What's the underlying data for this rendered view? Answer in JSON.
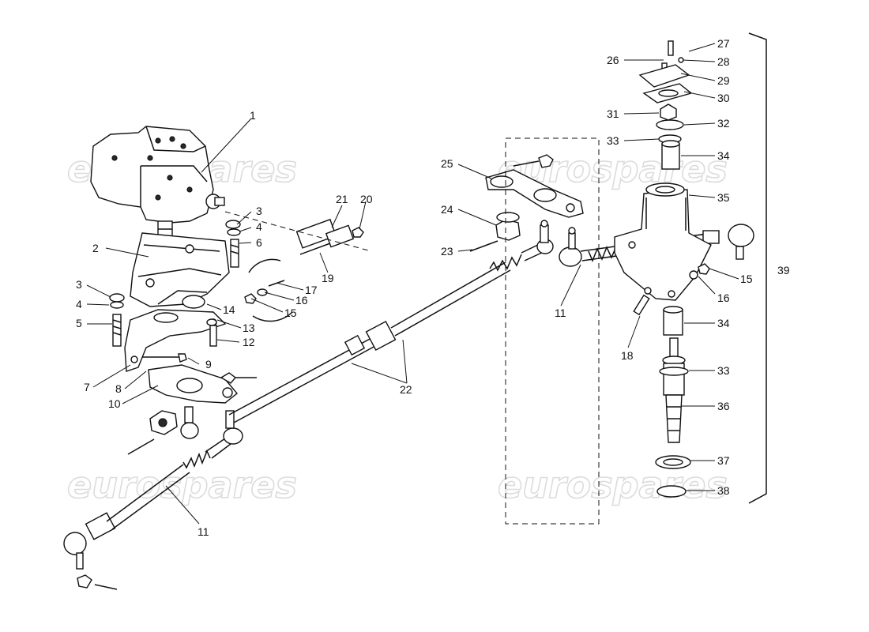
{
  "watermark": {
    "text": "eurospares"
  },
  "callouts": {
    "c1": "1",
    "c2": "2",
    "c3": "3",
    "c4": "4",
    "c5": "5",
    "c6": "6",
    "c7": "7",
    "c8": "8",
    "c9": "9",
    "c10": "10",
    "c11": "11",
    "c12": "12",
    "c13": "13",
    "c14": "14",
    "c15": "15",
    "c16": "16",
    "c17": "17",
    "c18": "18",
    "c19": "19",
    "c20": "20",
    "c21": "21",
    "c22": "22",
    "c23": "23",
    "c24": "24",
    "c25": "25",
    "c26": "26",
    "c27": "27",
    "c28": "28",
    "c29": "29",
    "c30": "30",
    "c31": "31",
    "c32": "32",
    "c33": "33",
    "c34": "34",
    "c35": "35",
    "c36": "36",
    "c37": "37",
    "c38": "38",
    "c39": "39"
  },
  "colors": {
    "ink": "#111111",
    "watermark": "#dcdcdc",
    "background": "#ffffff"
  }
}
